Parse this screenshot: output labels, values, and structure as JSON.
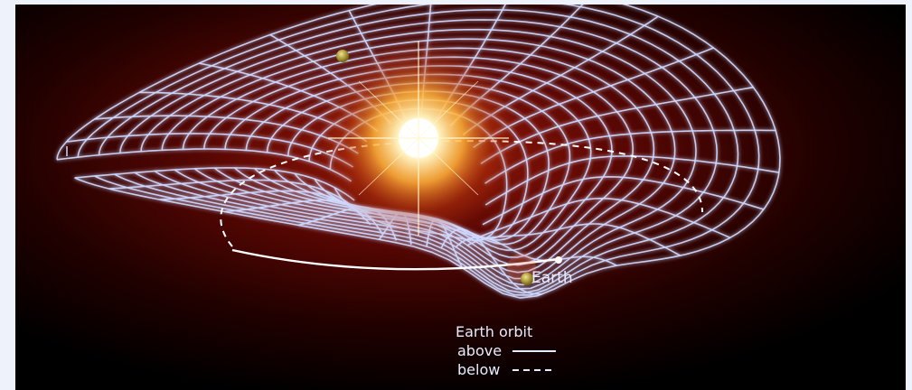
{
  "image": {
    "earth_label": "Earth",
    "legend": {
      "title": "Earth orbit",
      "above": "above",
      "below": "below"
    }
  },
  "colors": {
    "background": "#000000",
    "glow": "#8a0c06",
    "grid": "#cfd9ff",
    "grid_glow": "#6f8cff",
    "sun": "#fff3c0",
    "planet": "#c9b238"
  }
}
